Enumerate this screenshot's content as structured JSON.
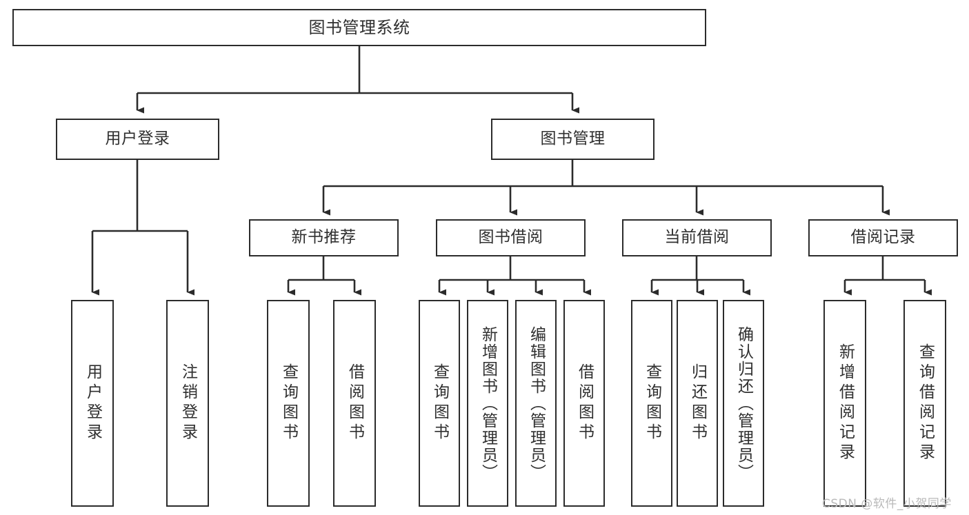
{
  "diagram": {
    "title": "图书管理系统",
    "type": "tree-hierarchy-diagram",
    "colors": {
      "background": "#ffffff",
      "box_border": "#2b2b2b",
      "box_fill": "#ffffff",
      "text": "#2f2f2f",
      "edge": "#2b2b2b",
      "watermark": "#b9b9b9"
    },
    "root": {
      "label": "图书管理系统"
    },
    "level2": [
      {
        "label": "用户登录"
      },
      {
        "label": "图书管理"
      }
    ],
    "level3": [
      {
        "label": "新书推荐"
      },
      {
        "label": "图书借阅"
      },
      {
        "label": "当前借阅"
      },
      {
        "label": "借阅记录"
      }
    ],
    "leaves": {
      "user_login": [
        {
          "label": "用户登录"
        },
        {
          "label": "注销登录"
        }
      ],
      "new_book_recommend": [
        {
          "label": "查询图书"
        },
        {
          "label": "借阅图书"
        }
      ],
      "book_borrow": [
        {
          "label": "查询图书"
        },
        {
          "label": "新增图书（管理员）"
        },
        {
          "label": "编辑图书（管理员）"
        },
        {
          "label": "借阅图书"
        }
      ],
      "current_borrow": [
        {
          "label": "查询图书"
        },
        {
          "label": "归还图书"
        },
        {
          "label": "确认归还（管理员）"
        }
      ],
      "borrow_record": [
        {
          "label": "新增借阅记录"
        },
        {
          "label": "查询借阅记录"
        }
      ]
    },
    "watermark": "CSDN @软件_小贺同学"
  }
}
